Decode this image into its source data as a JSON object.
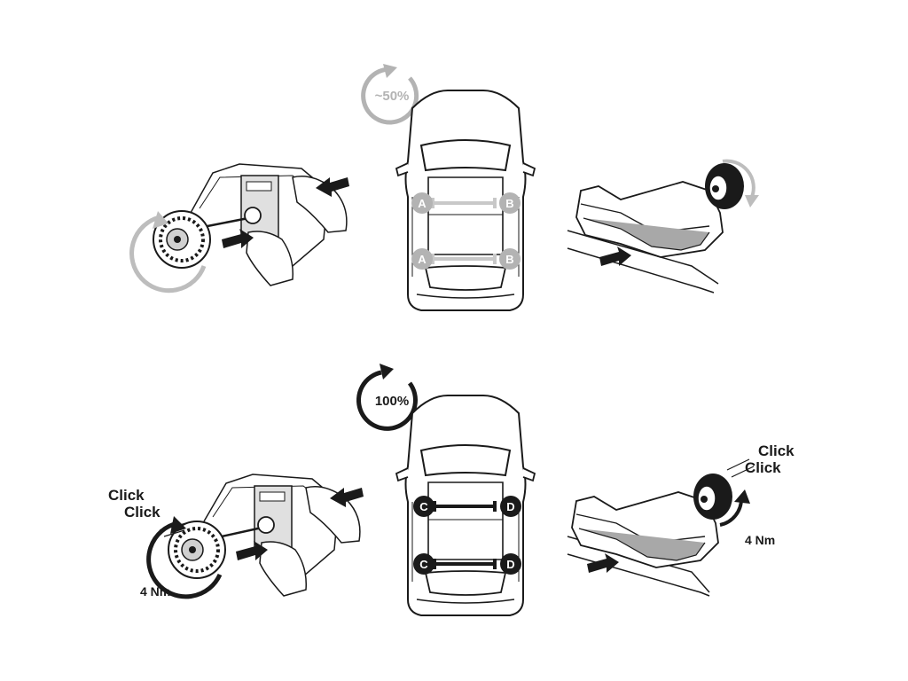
{
  "colors": {
    "ink": "#1a1a1a",
    "grey_circle": "#b3b3b3",
    "grey_arrow": "#bdbdbd",
    "dark_circle": "#1a1a1a",
    "bar_grey": "#c8c8c8",
    "bar_dark": "#1a1a1a",
    "shade": "#d0d0d0"
  },
  "step1": {
    "tighten_badge": "~50%",
    "car_labels": {
      "front_left": "A",
      "front_right": "B",
      "rear_left": "A",
      "rear_right": "B"
    }
  },
  "step2": {
    "tighten_badge": "100%",
    "car_labels": {
      "front_left": "C",
      "front_right": "D",
      "rear_left": "C",
      "rear_right": "D"
    },
    "left_click_1": "Click",
    "left_click_2": "Click",
    "left_torque": "4 Nm",
    "right_click_1": "Click",
    "right_click_2": "Click",
    "right_torque": "4 Nm"
  },
  "icons": [
    "rotate-arrow-icon",
    "push-arrow-icon",
    "knob-icon",
    "hand-icon"
  ]
}
